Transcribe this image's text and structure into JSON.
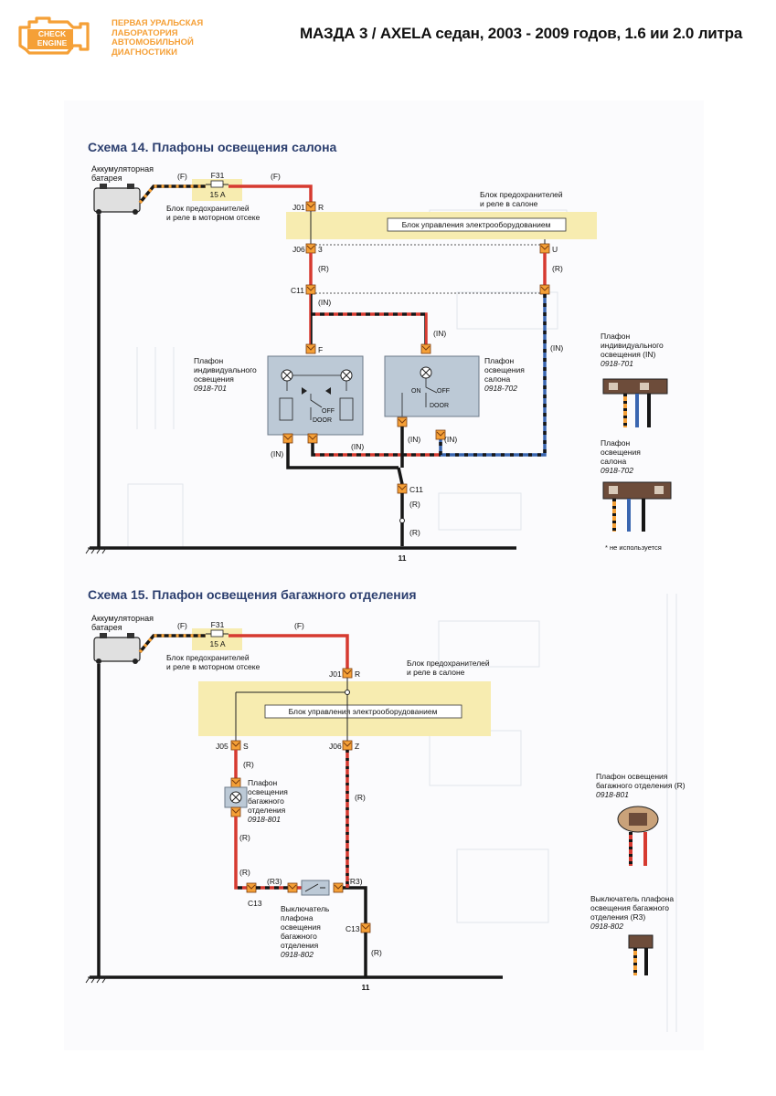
{
  "header": {
    "logo_badge": [
      "CHECK",
      "ENGINE"
    ],
    "logo_lines": [
      "ПЕРВАЯ УРАЛЬСКАЯ",
      "ЛАБОРАТОРИЯ",
      "АВТОМОБИЛЬНОЙ",
      "ДИАГНОСТИКИ"
    ],
    "title": "МАЗДА 3 / AXELA седан, 2003 - 2009 годов, 1.6 ии 2.0 литра"
  },
  "colors": {
    "brand": "#f5a037",
    "wire_red": "#d63a30",
    "wire_blue": "#3a66b0",
    "wire_black": "#161616",
    "module_yellow": "#f7ecb0",
    "lamp_blue": "#bcc9d6"
  },
  "scheme14": {
    "title": "Схема 14. Плафоны освещения салона",
    "battery": "Аккумуляторная батарея",
    "wire_f1": "(F)",
    "wire_f2": "(F)",
    "fuse": "F31",
    "fuse_amp": "15 A",
    "engine_box": "Блок предохранителей и реле в моторном отсеке",
    "cabin_box": "Блок предохранителей и реле в салоне",
    "bcm": "Блок управления электрооборудованием",
    "j01": "J01",
    "j01_pin": "R",
    "j06": "J06",
    "j06_pin3": "3",
    "j06_pinU": "U",
    "c11": "C11",
    "w_r": "(R)",
    "w_in": "(IN)",
    "pin_f": "F",
    "lamp1_name": "Плафон индивидуального освещения",
    "lamp1_code": "0918-701",
    "lamp2_name": "Плафон освещения салона",
    "lamp2_code": "0918-702",
    "sw_off": "OFF",
    "sw_on": "ON",
    "sw_door": "DOOR",
    "ground": "11",
    "conn1_name": "Плафон индивидуального освещения (IN)",
    "conn1_code": "0918-701",
    "conn2_name": "Плафон освещения салона",
    "conn2_code": "0918-702",
    "unused_note": "* не используется"
  },
  "scheme15": {
    "title": "Схема 15. Плафон освещения багажного отделения",
    "battery": "Аккумуляторная батарея",
    "wire_f1": "(F)",
    "wire_f2": "(F)",
    "fuse": "F31",
    "fuse_amp": "15 A",
    "engine_box": "Блок предохранителей и реле в моторном отсеке",
    "cabin_box": "Блок предохранителей и реле в салоне",
    "bcm": "Блок управления электрооборудованием",
    "j01": "J01",
    "j01_pin": "R",
    "j05": "J05",
    "j05_pin": "S",
    "j06": "J06",
    "j06_pin": "Z",
    "w_r": "(R)",
    "w_r3": "(R3)",
    "c13": "C13",
    "lamp_name": "Плафон освещения багажного отделения",
    "lamp_code": "0918-801",
    "switch_name": "Выключатель плафона освещения багажного отделения",
    "switch_code": "0918-802",
    "ground": "11",
    "conn1_name": "Плафон освещения багажного отделения (R)",
    "conn1_code": "0918-801",
    "conn2_name": "Выключатель плафона освещения багажного отделения (R3)",
    "conn2_code": "0918-802"
  }
}
